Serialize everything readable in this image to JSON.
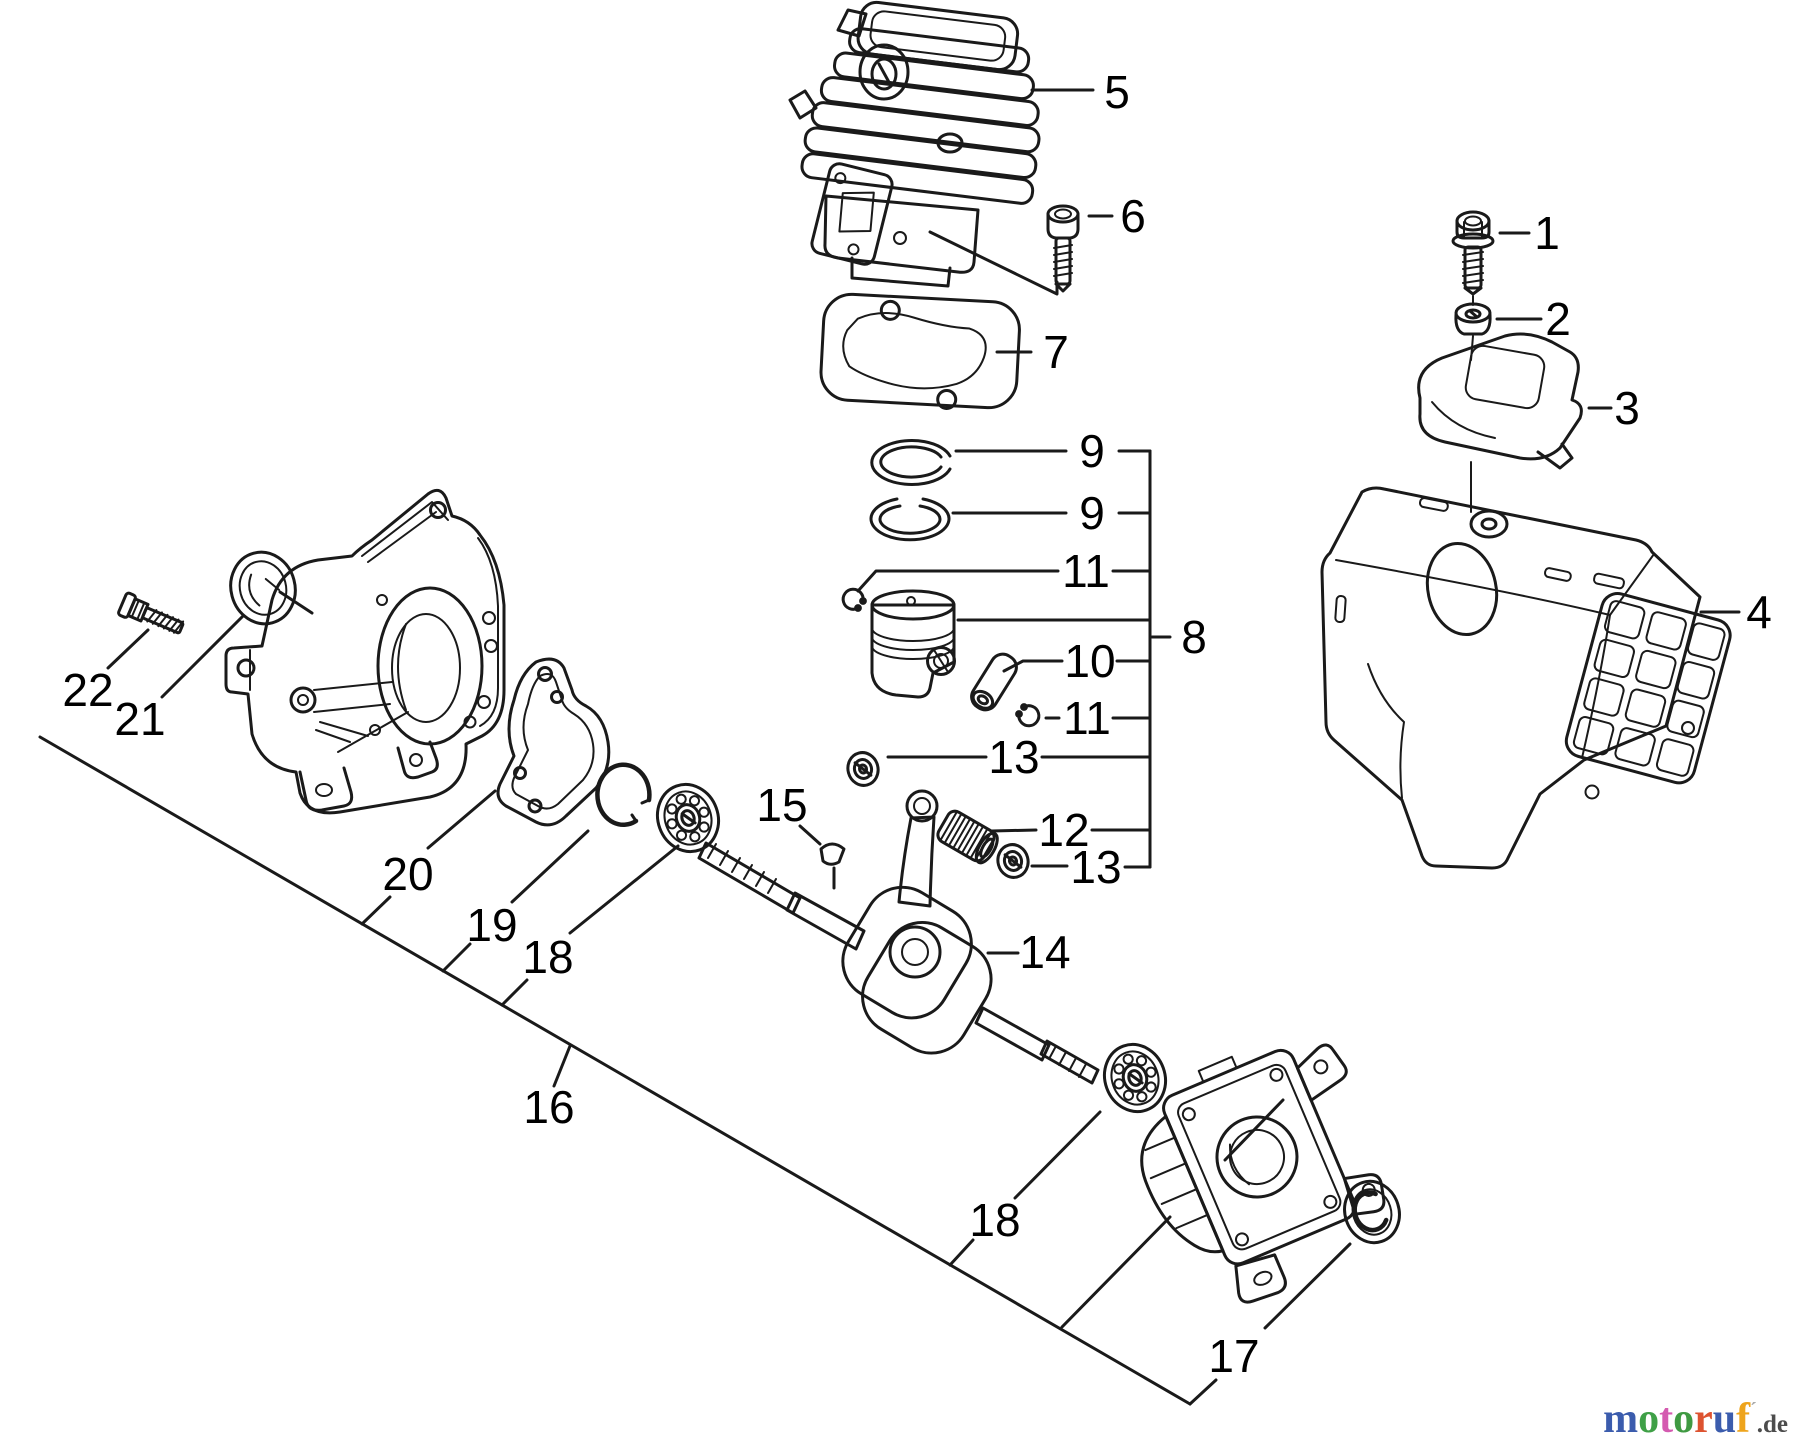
{
  "diagram": {
    "background": "#ffffff",
    "ink_color": "#1a1a1a",
    "callouts": {
      "c1": "1",
      "c2": "2",
      "c3": "3",
      "c4": "4",
      "c5": "5",
      "c6": "6",
      "c7": "7",
      "c8": "8",
      "c9a": "9",
      "c9b": "9",
      "c10": "10",
      "c11a": "11",
      "c11b": "11",
      "c12": "12",
      "c13a": "13",
      "c13b": "13",
      "c14": "14",
      "c15": "15",
      "c16": "16",
      "c17": "17",
      "c18a": "18",
      "c18b": "18",
      "c19": "19",
      "c20": "20",
      "c21": "21",
      "c22": "22"
    }
  },
  "watermark": {
    "letters": [
      {
        "ch": "m",
        "color": "#3b5cad"
      },
      {
        "ch": "o",
        "color": "#3fa047"
      },
      {
        "ch": "t",
        "color": "#d45ab0"
      },
      {
        "ch": "o",
        "color": "#3f9a42"
      },
      {
        "ch": "r",
        "color": "#dd5330"
      },
      {
        "ch": "u",
        "color": "#3b5cad"
      },
      {
        "ch": "f",
        "color": "#eea41c"
      }
    ],
    "tick": {
      "ch": "´",
      "color": "#aaaaaa"
    },
    "suffix": {
      "text": ".de",
      "color": "#4c4c4c"
    }
  }
}
